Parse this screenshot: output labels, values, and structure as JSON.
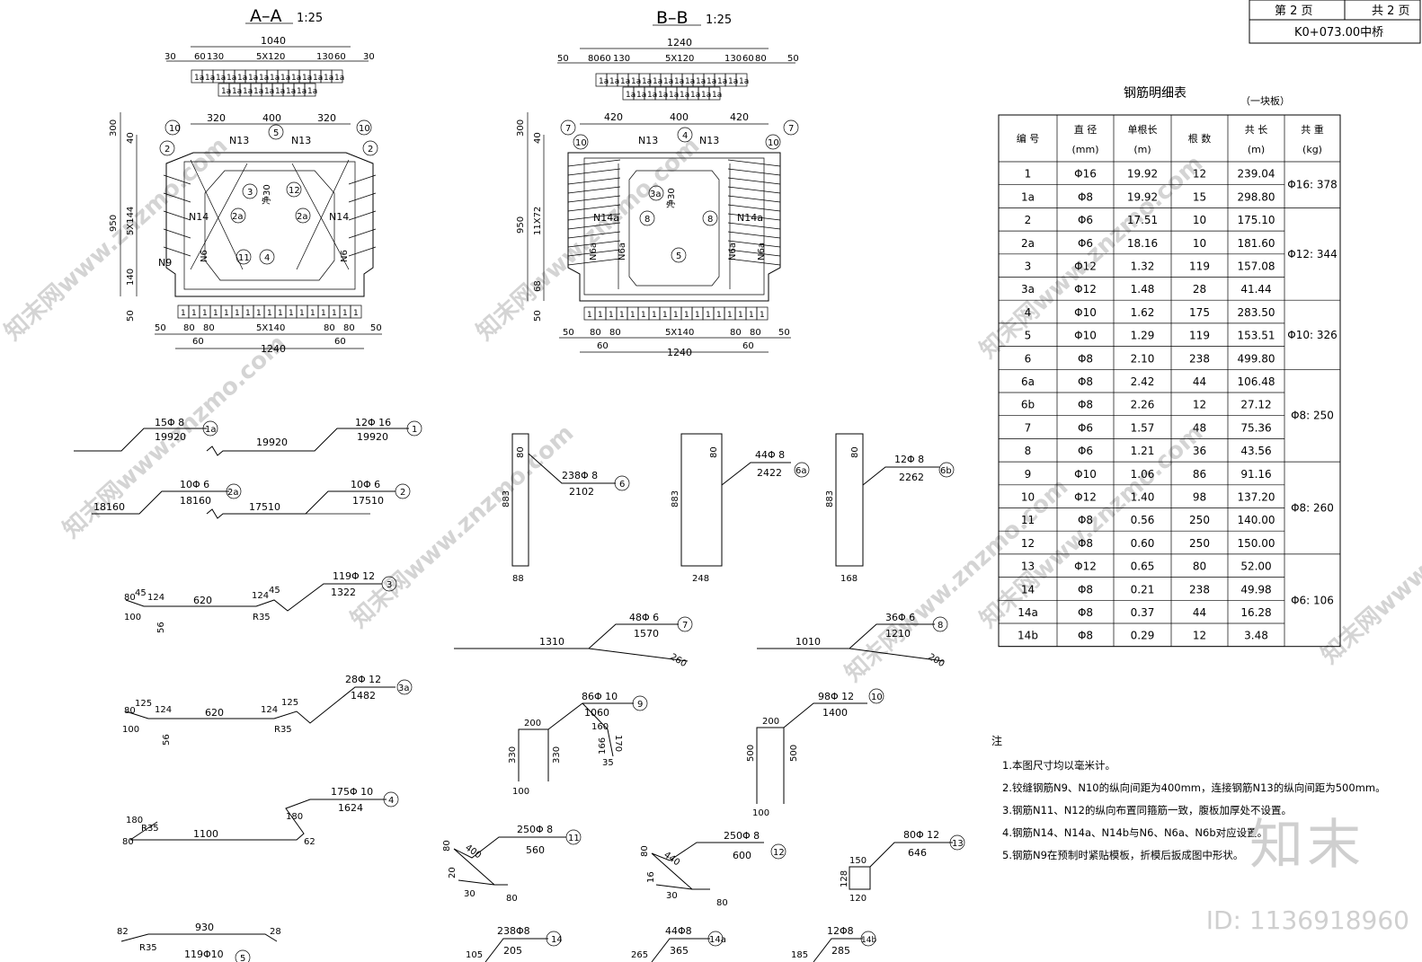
{
  "title_block": {
    "page_label": "第 2  页",
    "total_label": "共 2  页",
    "bridge": "K0+073.00中桥"
  },
  "sections": {
    "aa": {
      "title": "A–A",
      "scale": "1:25",
      "top_width": "1040",
      "bottom_width": "1240",
      "top_dims": [
        "30",
        "60",
        "130",
        "5X120",
        "130",
        "60",
        "30"
      ],
      "bottom_dims": [
        "50",
        "80",
        "80",
        "5X140",
        "80",
        "80",
        "50"
      ],
      "bottom_sub": [
        "60",
        "60"
      ],
      "inner_dims": [
        "320",
        "400",
        "320"
      ],
      "height_dims": [
        "300",
        "40",
        "950",
        "5X144",
        "140",
        "50"
      ],
      "labels": [
        "N13",
        "N13",
        "N14",
        "N14",
        "N6",
        "N6",
        "N9",
        "净30"
      ]
    },
    "bb": {
      "title": "B–B",
      "scale": "1:25",
      "top_width": "1240",
      "bottom_width": "1240",
      "top_dims": [
        "50",
        "80",
        "60",
        "130",
        "5X120",
        "130",
        "60",
        "80",
        "50"
      ],
      "bottom_dims": [
        "50",
        "80",
        "80",
        "5X140",
        "80",
        "80",
        "50"
      ],
      "bottom_sub": [
        "60",
        "60"
      ],
      "inner_dims": [
        "420",
        "400",
        "420"
      ],
      "height_dims": [
        "300",
        "40",
        "950",
        "11X72",
        "68",
        "50"
      ],
      "labels": [
        "N13",
        "N13",
        "N14a",
        "N14a",
        "N6a",
        "N6a",
        "N6a",
        "N6a",
        "净30"
      ]
    }
  },
  "bar_shapes": [
    {
      "id": "1a",
      "count": "15Φ 8",
      "length": "19920"
    },
    {
      "id": "1",
      "count": "12Φ 16",
      "length": "19920"
    },
    {
      "id": "2a",
      "count": "10Φ 6",
      "length": "18160"
    },
    {
      "id": "2",
      "count": "10Φ 6",
      "length": "17510"
    },
    {
      "id": "3",
      "count": "119Φ 12",
      "length": "1322"
    },
    {
      "id": "3a",
      "count": "28Φ 12",
      "length": "1482"
    },
    {
      "id": "4",
      "count": "175Φ 10",
      "length": "1624"
    },
    {
      "id": "5",
      "count": "119Φ10",
      "length": "930"
    },
    {
      "id": "6",
      "count": "238Φ 8",
      "length": "2102"
    },
    {
      "id": "6a",
      "count": "44Φ 8",
      "length": "2422"
    },
    {
      "id": "6b",
      "count": "12Φ 8",
      "length": "2262"
    },
    {
      "id": "7",
      "count": "48Φ 6",
      "length": "1570"
    },
    {
      "id": "8",
      "count": "36Φ 6",
      "length": "1210"
    },
    {
      "id": "9",
      "count": "86Φ 10",
      "length": "1060"
    },
    {
      "id": "10",
      "count": "98Φ 12",
      "length": "1400"
    },
    {
      "id": "11",
      "count": "250Φ 8",
      "length": "560"
    },
    {
      "id": "12",
      "count": "250Φ 8",
      "length": "600"
    },
    {
      "id": "13",
      "count": "80Φ 12",
      "length": "646"
    },
    {
      "id": "14",
      "count": "238Φ8",
      "length": "205"
    },
    {
      "id": "14a",
      "count": "44Φ8",
      "length": "365"
    },
    {
      "id": "14b",
      "count": "12Φ8",
      "length": "285"
    }
  ],
  "bar_dims": {
    "b1": [
      "19920",
      "19920"
    ],
    "b2": [
      "18160",
      "17510"
    ],
    "b3": [
      "80",
      "45",
      "124",
      "620",
      "124",
      "45",
      "R35",
      "100",
      "56"
    ],
    "b3a": [
      "80",
      "125",
      "124",
      "620",
      "124",
      "125",
      "R35",
      "100",
      "56"
    ],
    "b4": [
      "80",
      "180",
      "R35",
      "1100",
      "180",
      "62"
    ],
    "b5": [
      "82",
      "R35",
      "28"
    ],
    "b6": [
      "80",
      "883",
      "88"
    ],
    "b6a": [
      "80",
      "883",
      "248"
    ],
    "b6b": [
      "80",
      "883",
      "168"
    ],
    "b7": [
      "1310",
      "260"
    ],
    "b8": [
      "1010",
      "200"
    ],
    "b9": [
      "200",
      "330",
      "330",
      "160",
      "166",
      "170",
      "35",
      "100"
    ],
    "b10": [
      "200",
      "500",
      "500",
      "100"
    ],
    "b11": [
      "80",
      "400",
      "20",
      "30",
      "80"
    ],
    "b12": [
      "80",
      "440",
      "16",
      "30",
      "80"
    ],
    "b13": [
      "150",
      "128",
      "120"
    ],
    "b14": [
      "105",
      "265",
      "185"
    ]
  },
  "table": {
    "title": "钢筋明细表",
    "subtitle": "（一块板）",
    "headers": [
      [
        "编 号",
        ""
      ],
      [
        "直 径",
        "(mm)"
      ],
      [
        "单根长",
        "(m)"
      ],
      [
        "根 数",
        ""
      ],
      [
        "共 长",
        "(m)"
      ],
      [
        "共 重",
        "(kg)"
      ]
    ],
    "rows": [
      [
        "1",
        "Φ16",
        "19.92",
        "12",
        "239.04"
      ],
      [
        "1a",
        "Φ8",
        "19.92",
        "15",
        "298.80"
      ],
      [
        "2",
        "Φ6",
        "17.51",
        "10",
        "175.10"
      ],
      [
        "2a",
        "Φ6",
        "18.16",
        "10",
        "181.60"
      ],
      [
        "3",
        "Φ12",
        "1.32",
        "119",
        "157.08"
      ],
      [
        "3a",
        "Φ12",
        "1.48",
        "28",
        "41.44"
      ],
      [
        "4",
        "Φ10",
        "1.62",
        "175",
        "283.50"
      ],
      [
        "5",
        "Φ10",
        "1.29",
        "119",
        "153.51"
      ],
      [
        "6",
        "Φ8",
        "2.10",
        "238",
        "499.80"
      ],
      [
        "6a",
        "Φ8",
        "2.42",
        "44",
        "106.48"
      ],
      [
        "6b",
        "Φ8",
        "2.26",
        "12",
        "27.12"
      ],
      [
        "7",
        "Φ6",
        "1.57",
        "48",
        "75.36"
      ],
      [
        "8",
        "Φ6",
        "1.21",
        "36",
        "43.56"
      ],
      [
        "9",
        "Φ10",
        "1.06",
        "86",
        "91.16"
      ],
      [
        "10",
        "Φ12",
        "1.40",
        "98",
        "137.20"
      ],
      [
        "11",
        "Φ8",
        "0.56",
        "250",
        "140.00"
      ],
      [
        "12",
        "Φ8",
        "0.60",
        "250",
        "150.00"
      ],
      [
        "13",
        "Φ12",
        "0.65",
        "80",
        "52.00"
      ],
      [
        "14",
        "Φ8",
        "0.21",
        "238",
        "49.98"
      ],
      [
        "14a",
        "Φ8",
        "0.37",
        "44",
        "16.28"
      ],
      [
        "14b",
        "Φ8",
        "0.29",
        "12",
        "3.48"
      ]
    ],
    "weights": [
      {
        "text": "Φ16: 378",
        "from": 0,
        "to": 1
      },
      {
        "text": "Φ12: 344",
        "from": 2,
        "to": 5
      },
      {
        "text": "Φ10: 326",
        "from": 6,
        "to": 8
      },
      {
        "text": "Φ8: 250",
        "from": 9,
        "to": 12
      },
      {
        "text": "Φ8: 260",
        "from": 13,
        "to": 16
      },
      {
        "text": "Φ6: 106",
        "from": 17,
        "to": 20
      }
    ]
  },
  "notes": {
    "heading": "注",
    "items": [
      "1.本图尺寸均以毫米计。",
      "2.铰缝钢筋N9、N10的纵向间距为400mm，连接钢筋N13的纵向间距为500mm。",
      "3.钢筋N11、N12的纵向布置同箍筋一致，腹板加厚处不设置。",
      "4.钢筋N14、N14a、N14b与N6、N6a、N6b对应设置。",
      "5.钢筋N9在预制时紧贴模板，折模后扳成图中形状。"
    ]
  },
  "watermark": {
    "text": "知末网www.znzmo.com",
    "logo": "知末",
    "id": "ID: 1136918960"
  }
}
